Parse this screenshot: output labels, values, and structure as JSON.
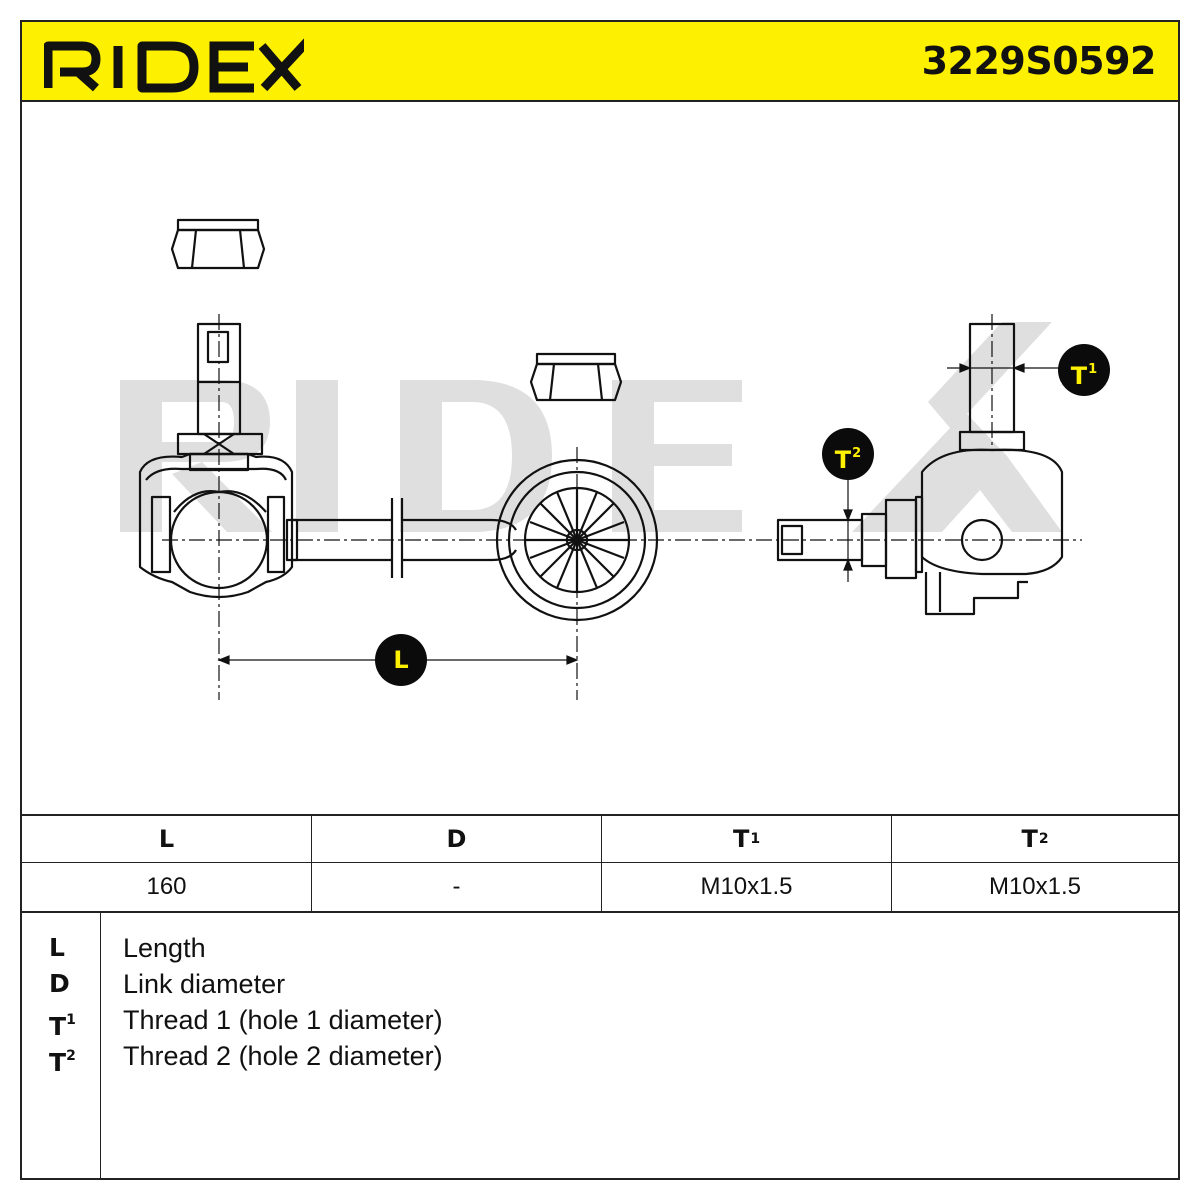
{
  "header": {
    "brand": "RIDEX",
    "part_number": "3229S0592",
    "background_color": "#fdf000"
  },
  "drawing": {
    "watermark": "RIDEX",
    "badges": [
      {
        "id": "L",
        "base": "L",
        "sup": ""
      },
      {
        "id": "T1",
        "base": "T",
        "sup": "1"
      },
      {
        "id": "T2",
        "base": "T",
        "sup": "2"
      }
    ]
  },
  "spec_table": {
    "headers": [
      {
        "base": "L",
        "sup": ""
      },
      {
        "base": "D",
        "sup": ""
      },
      {
        "base": "T",
        "sup": "1"
      },
      {
        "base": "T",
        "sup": "2"
      }
    ],
    "values": [
      "160",
      "-",
      "M10x1.5",
      "M10x1.5"
    ]
  },
  "legend": [
    {
      "key": "L",
      "key_sup": "",
      "description": "Length"
    },
    {
      "key": "D",
      "key_sup": "",
      "description": "Link diameter"
    },
    {
      "key": "T",
      "key_sup": "1",
      "description": "Thread 1 (hole 1 diameter)"
    },
    {
      "key": "T",
      "key_sup": "2",
      "description": "Thread 2 (hole 2 diameter)"
    }
  ]
}
